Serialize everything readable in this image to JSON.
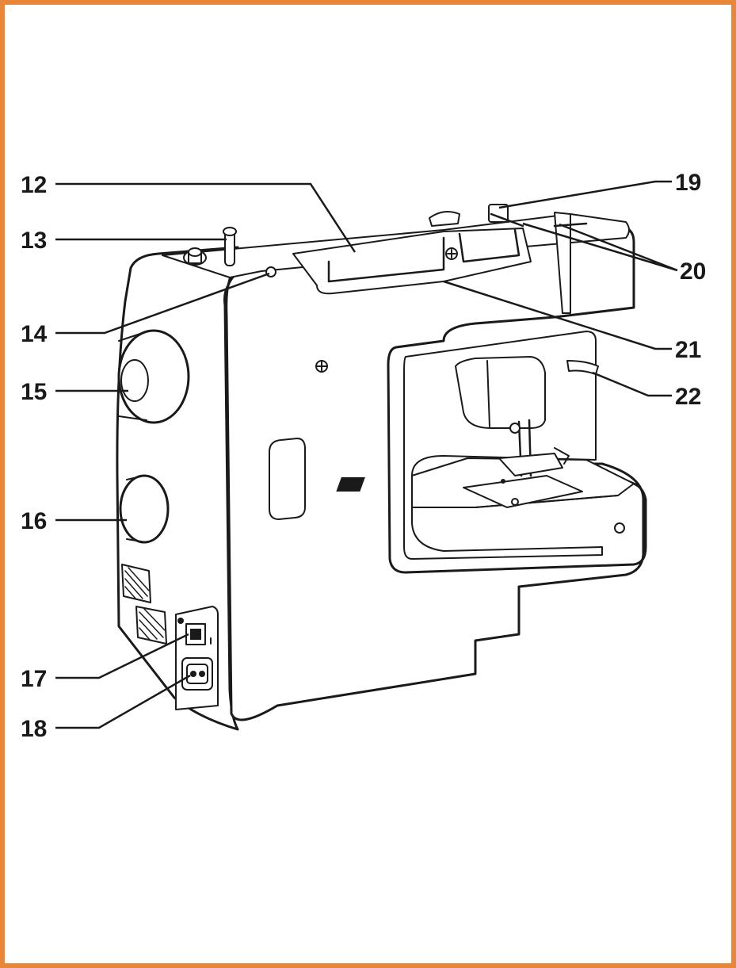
{
  "frame": {
    "border_color": "#e8873a"
  },
  "callouts": {
    "c12": "12",
    "c13": "13",
    "c14": "14",
    "c15": "15",
    "c16": "16",
    "c17": "17",
    "c18": "18",
    "c19": "19",
    "c20": "20",
    "c21": "21",
    "c22": "22"
  }
}
